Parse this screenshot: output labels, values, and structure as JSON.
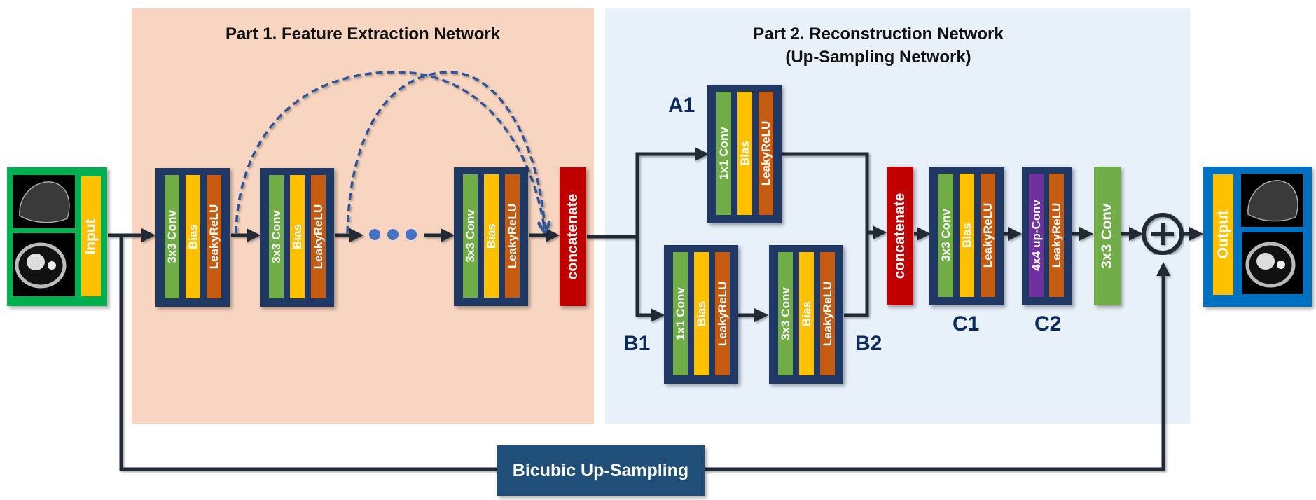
{
  "parts": {
    "part1": {
      "title": "Part 1. Feature Extraction Network"
    },
    "part2": {
      "title_line1": "Part 2. Reconstruction Network",
      "title_line2": "(Up-Sampling Network)"
    }
  },
  "io": {
    "input_label": "Input",
    "output_label": "Output",
    "input_color": "#00b050",
    "output_color": "#0070c0"
  },
  "feature_extraction": {
    "blocks": [
      {
        "layers": [
          "3x3 Conv",
          "Bias",
          "LeakyReLU"
        ]
      },
      {
        "layers": [
          "3x3 Conv",
          "Bias",
          "LeakyReLU"
        ]
      },
      {
        "layers": [
          "3x3 Conv",
          "Bias",
          "LeakyReLU"
        ]
      }
    ],
    "ellipsis": "•••",
    "concatenate_label": "concatenate"
  },
  "reconstruction": {
    "A1": {
      "label": "A1",
      "layers": [
        "1x1 Conv",
        "Bias",
        "LeakyReLU"
      ]
    },
    "B1": {
      "label": "B1",
      "layers": [
        "1x1 Conv",
        "Bias",
        "LeakyReLU"
      ]
    },
    "B2": {
      "label": "B2",
      "layers": [
        "3x3 Conv",
        "Bias",
        "LeakyReLU"
      ]
    },
    "concatenate_label": "concatenate",
    "C1": {
      "label": "C1",
      "layers": [
        "3x3 Conv",
        "Bias",
        "LeakyReLU"
      ]
    },
    "C2": {
      "label": "C2",
      "layers": [
        "4x4 up-Conv",
        "LeakyReLU"
      ]
    },
    "final_conv_label": "3x3 Conv",
    "sum_symbol": "+"
  },
  "skip": {
    "bicubic_label": "Bicubic Up-Sampling"
  },
  "colors": {
    "conv": "#70ad47",
    "bias": "#ffc000",
    "leaky_relu": "#c55a11",
    "up_conv": "#7030a0",
    "block_frame": "#1f3864",
    "concatenate": "#c00000",
    "bicubic": "#1f4e79",
    "part1_bg": "#f8d5c0",
    "part2_bg": "#e8f0fa",
    "dashed_skip": "#2f5597",
    "dots": "#4472c4"
  }
}
